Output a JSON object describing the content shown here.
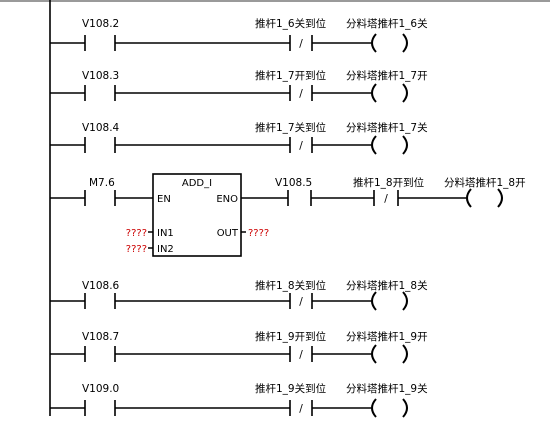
{
  "ladder": {
    "rungs": [
      {
        "contact": "V108.2",
        "nc_label": "推杆1_6关到位",
        "coil_label": "分料塔推杆1_6关"
      },
      {
        "contact": "V108.3",
        "nc_label": "推杆1_7开到位",
        "coil_label": "分料塔推杆1_7开"
      },
      {
        "contact": "V108.4",
        "nc_label": "推杆1_7关到位",
        "coil_label": "分料塔推杆1_7关"
      },
      {
        "contact": "M7.6",
        "block": {
          "name": "ADD_I",
          "en": "EN",
          "eno": "ENO",
          "in1": "IN1",
          "in2": "IN2",
          "out": "OUT",
          "in1_value": "????",
          "in2_value": "????",
          "out_value": "????"
        },
        "contact2": "V108.5",
        "nc_label": "推杆1_8开到位",
        "coil_label": "分料塔推杆1_8开"
      },
      {
        "contact": "V108.6",
        "nc_label": "推杆1_8关到位",
        "coil_label": "分料塔推杆1_8关"
      },
      {
        "contact": "V108.7",
        "nc_label": "推杆1_9开到位",
        "coil_label": "分料塔推杆1_9开"
      },
      {
        "contact": "V109.0",
        "nc_label": "推杆1_9关到位",
        "coil_label": "分料塔推杆1_9关"
      }
    ],
    "nc_symbol": "/",
    "colors": {
      "line": "#000000",
      "placeholder": "#cc0000",
      "background": "#ffffff"
    }
  }
}
